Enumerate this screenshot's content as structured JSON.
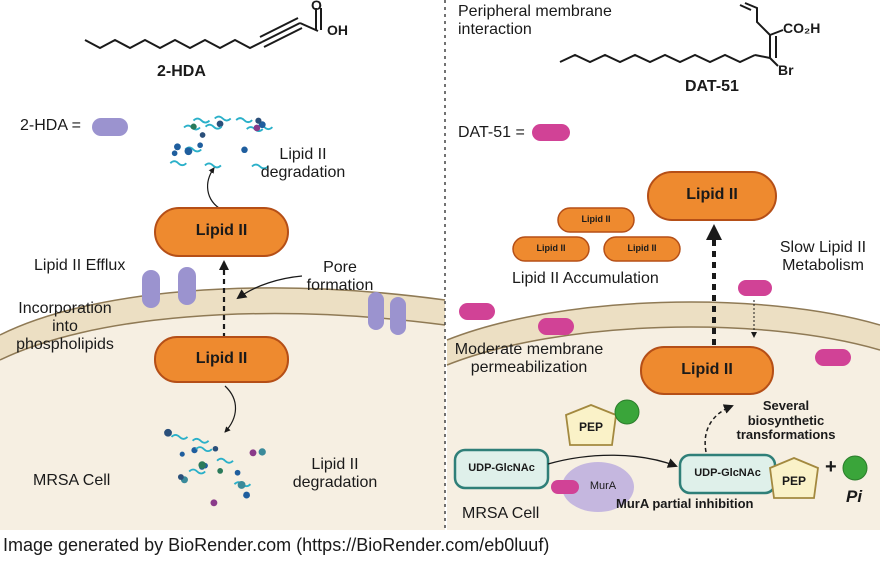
{
  "left_panel": {
    "compound_name": "2-HDA",
    "acid_group": "OH",
    "legend_label": "2-HDA =",
    "degradation_top": "Lipid II\ndegradation",
    "lipid_top": "Lipid II",
    "efflux_label": "Lipid II Efflux",
    "pore_label": "Pore\nformation",
    "incorporation_label": "Incorporation\ninto\nphospholipids",
    "lipid_membrane": "Lipid II",
    "cell_label": "MRSA Cell",
    "degradation_bottom": "Lipid II\ndegradation"
  },
  "right_panel": {
    "interaction_label": "Peripheral membrane\ninteraction",
    "compound_name": "DAT-51",
    "acid_group": "CO₂H",
    "bromo_label": "Br",
    "legend_label": "DAT-51 =",
    "lipid_top": "Lipid II",
    "small_lipids": [
      "Lipid II",
      "Lipid II",
      "Lipid II"
    ],
    "accumulation_label": "Lipid II Accumulation",
    "slow_label": "Slow Lipid II\nMetabolism",
    "permeabilization_label": "Moderate membrane\npermeabilization",
    "lipid_lower": "Lipid II",
    "pep_top": "PEP",
    "transformations_label": "Several\nbiosynthetic\ntransformations",
    "udp_left": "UDP-GlcNAc",
    "mura_label": "MurA",
    "udp_right": "UDP-GlcNAc",
    "pep_bottom": "PEP",
    "plus_sign": "+",
    "pi_label": "Pi",
    "inhibition_label": "MurA partial inhibition",
    "cell_label": "MRSA Cell"
  },
  "footer": {
    "credit": "Image generated by BioRender.com (https://BioRender.com/eb0luuf)"
  },
  "colors": {
    "lipid_fill": "#ee8a2f",
    "lipid_stroke": "#b54f17",
    "hda_pill": "#9b93cf",
    "dat_pill": "#d14296",
    "cell_fill": "#f6efe2",
    "membrane_fill": "#ecdfc3",
    "membrane_line": "#8f7a55",
    "udp_fill": "#dff0ea",
    "udp_stroke": "#2f7f78",
    "pep_fill": "#faf2c8",
    "pep_stroke": "#a3893f",
    "green_dot": "#3aa53a",
    "mura_fill": "#c5b7df"
  }
}
